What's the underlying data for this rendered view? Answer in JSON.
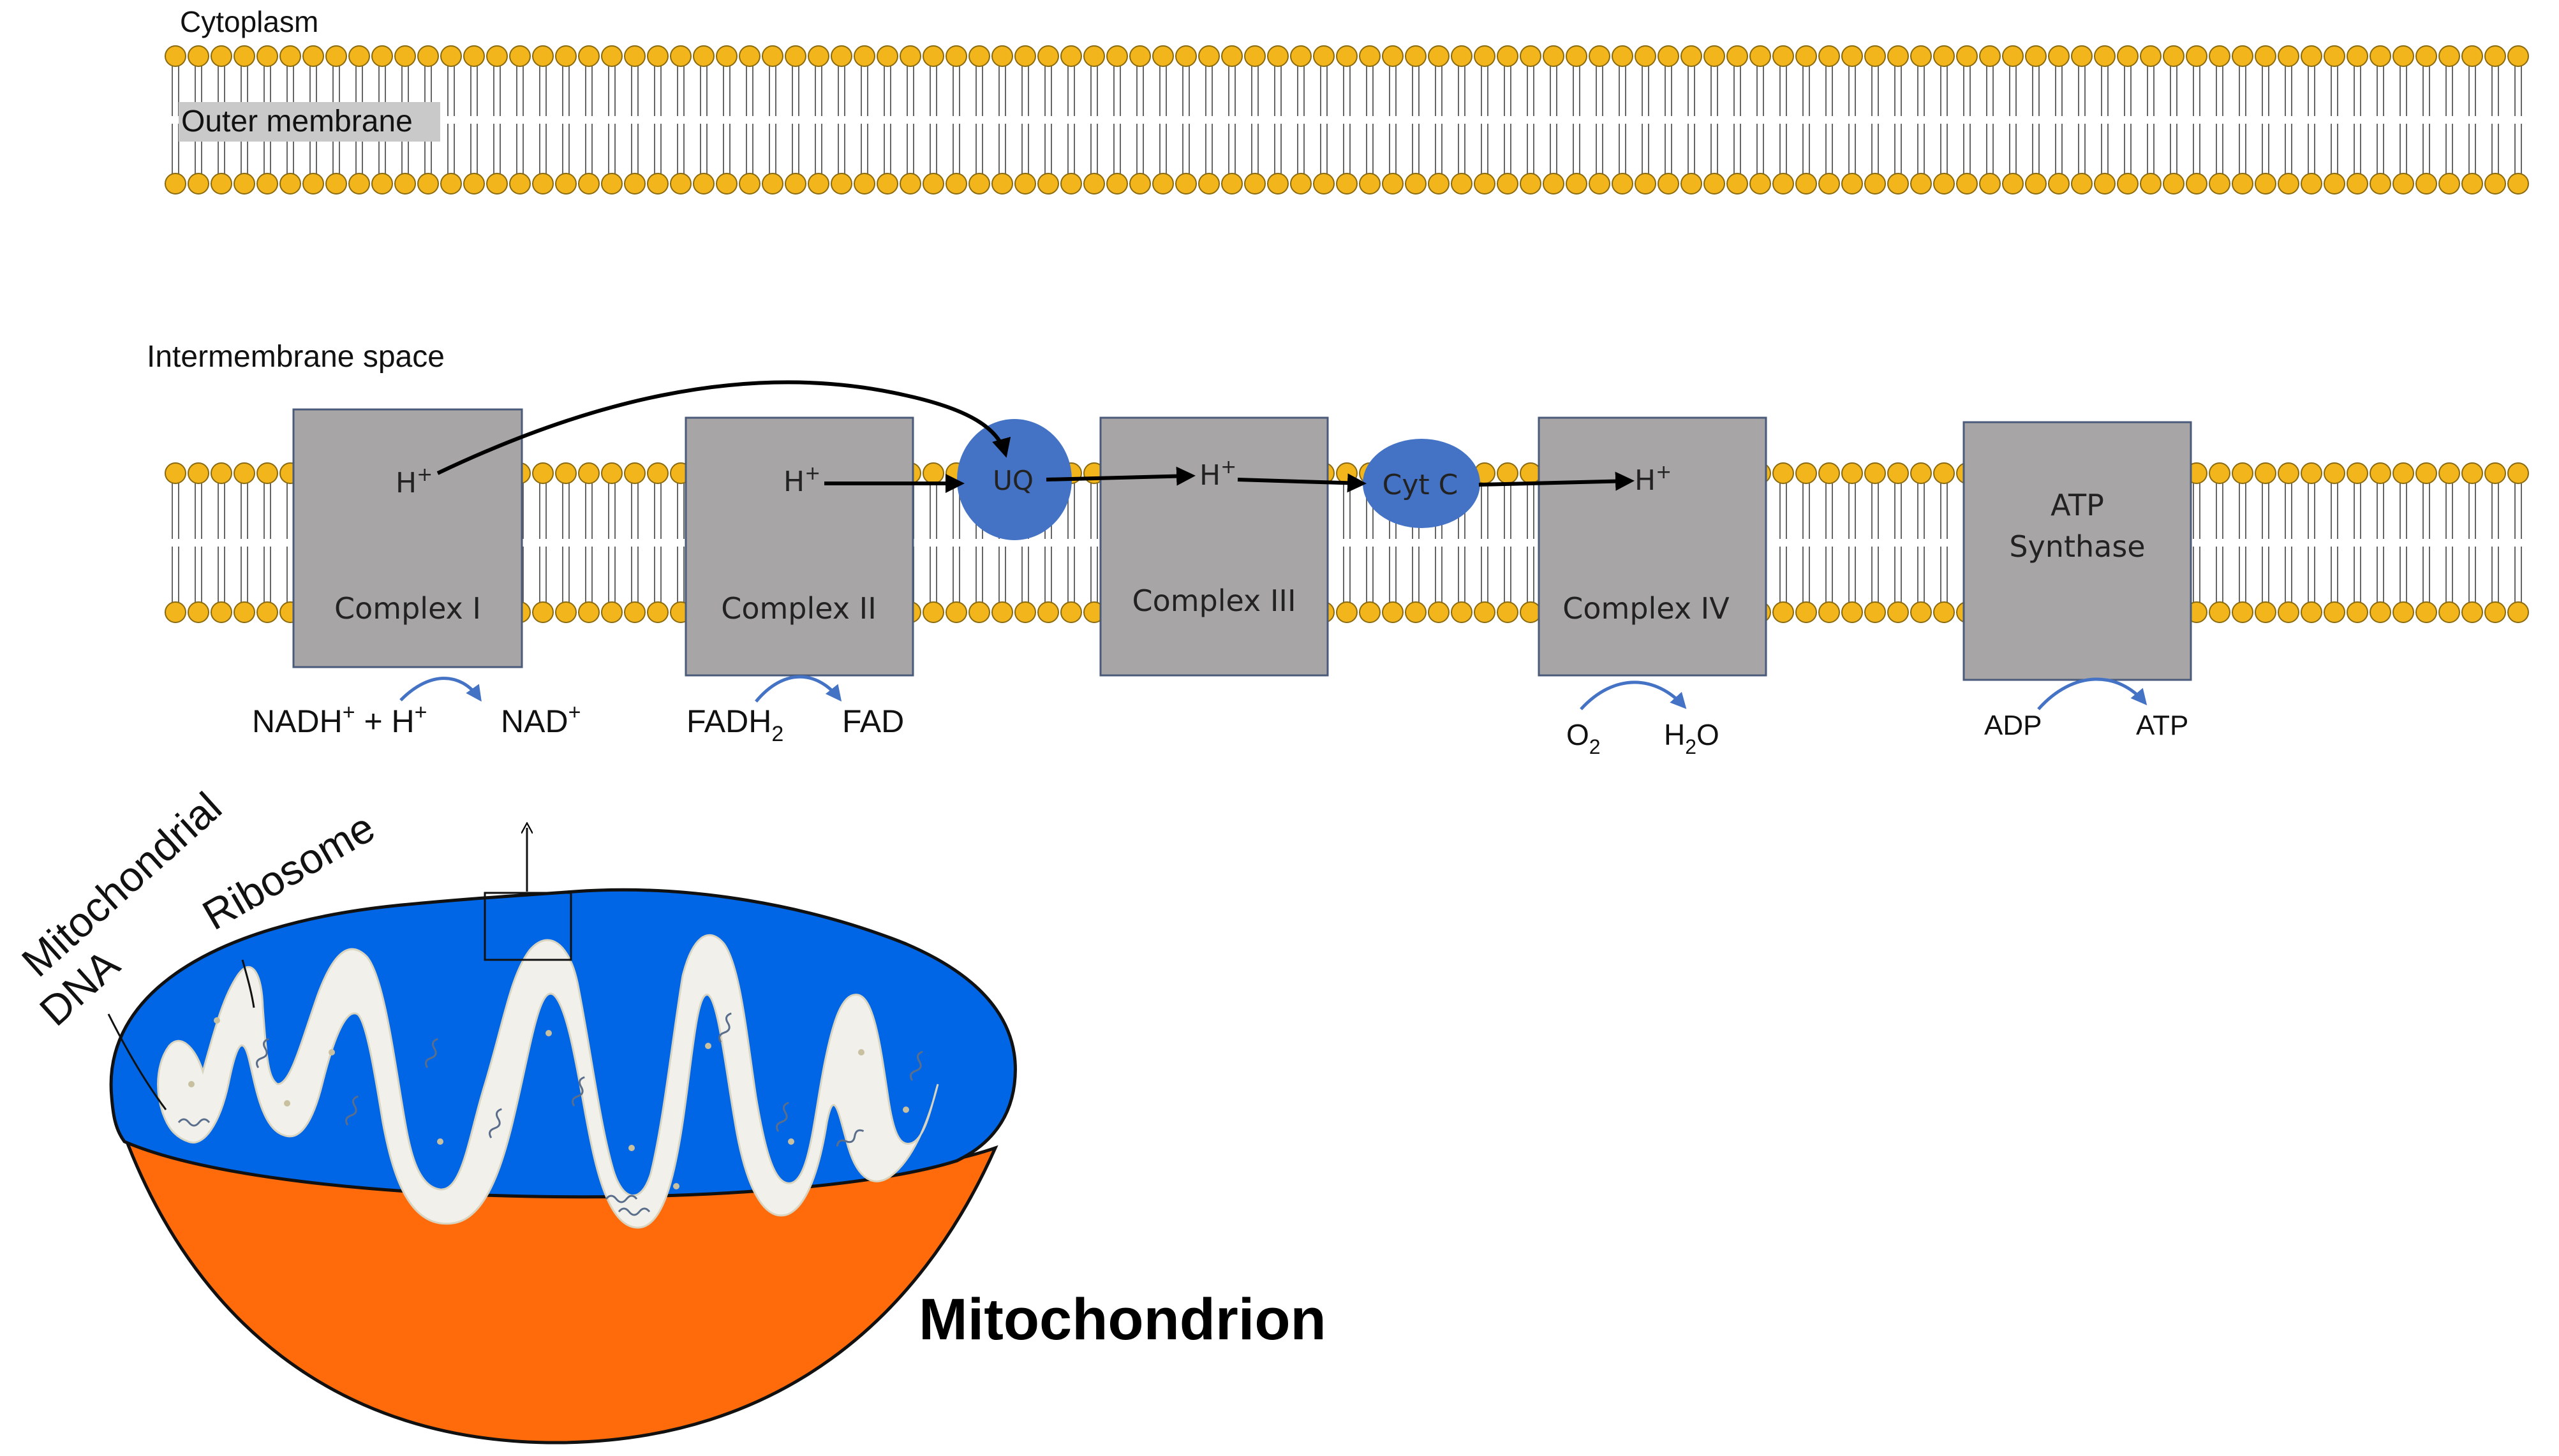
{
  "labels": {
    "cytoplasm": "Cytoplasm",
    "outer_membrane": "Outer membrane",
    "intermembrane_space": "Intermembrane space",
    "mitochondrial": "Mitochondrial",
    "dna": "DNA",
    "ribosome": "Ribosome",
    "mitochondrion": "Mitochondrion"
  },
  "complexes": [
    {
      "label": "Complex I"
    },
    {
      "label": "Complex II"
    },
    {
      "label": "Complex III"
    },
    {
      "label": "Complex IV"
    },
    {
      "label_line1": "ATP",
      "label_line2": "Synthase"
    }
  ],
  "carriers": {
    "uq": "UQ",
    "cytc": "Cyt C"
  },
  "protons": {
    "h": "H",
    "plus": "+"
  },
  "reactions": {
    "nadh": "NADH",
    "plus_sup": "+",
    "plus_h": " + H",
    "nad": "NAD",
    "fadh": "FADH",
    "sub2": "2",
    "fad": "FAD",
    "o": "O",
    "h": "H",
    "o_end": "O",
    "adp": "ADP",
    "atp": "ATP"
  },
  "colors": {
    "lipid_head": "#F2B51B",
    "lipid_outline": "#8A6A10",
    "complex_fill": "#A7A5A5",
    "complex_stroke": "#4A5A7A",
    "carrier": "#4472C4",
    "matrix_blue": "#0066E6",
    "outer_orange": "#FF6A0A",
    "cristae": "#F1F0EA",
    "reaction_arrow": "#4472C4"
  }
}
